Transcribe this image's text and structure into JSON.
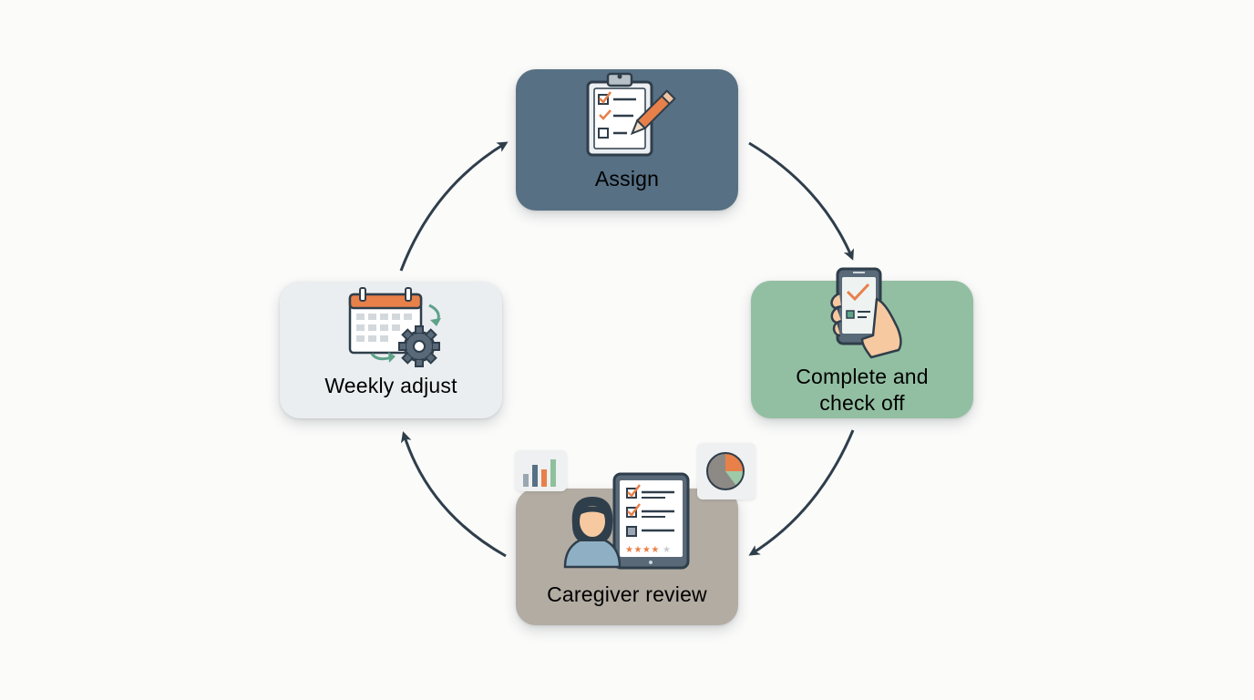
{
  "diagram": {
    "type": "cycle",
    "nodes": [
      {
        "id": "assign",
        "label": "Assign",
        "icon": "clipboard-pencil-icon",
        "color": "#577084"
      },
      {
        "id": "complete",
        "label_lines": [
          "Complete and",
          "check off"
        ],
        "icon": "phone-checklist-icon",
        "color": "#92bfa2"
      },
      {
        "id": "review",
        "label": "Caregiver review",
        "icon": "caregiver-tablet-icon",
        "color": "#b2aca3"
      },
      {
        "id": "weekly",
        "label": "Weekly adjust",
        "icon": "calendar-gear-icon",
        "color": "#eaeef1"
      }
    ],
    "flow": [
      "assign",
      "complete",
      "review",
      "weekly",
      "assign"
    ],
    "accent_colors": {
      "arrow": "#2f3e4b",
      "orange": "#e8804a",
      "green": "#5fa28a"
    }
  }
}
